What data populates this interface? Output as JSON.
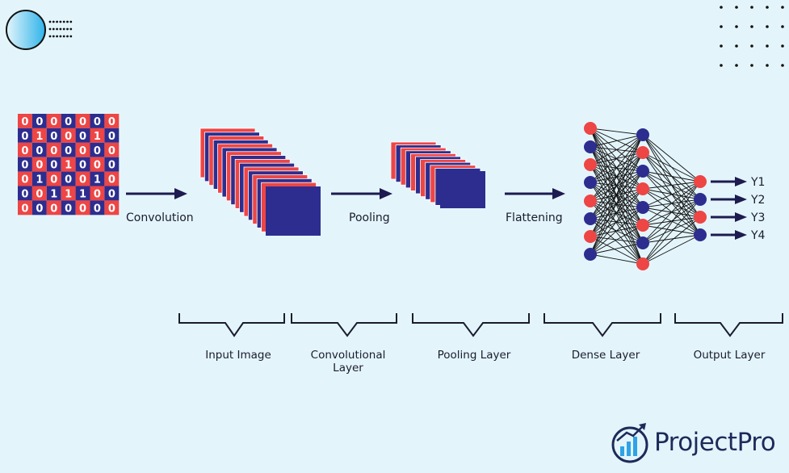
{
  "input_grid": [
    [
      "0",
      "0",
      "0",
      "0",
      "0",
      "0",
      "0"
    ],
    [
      "0",
      "1",
      "0",
      "0",
      "0",
      "1",
      "0"
    ],
    [
      "0",
      "0",
      "0",
      "0",
      "0",
      "0",
      "0"
    ],
    [
      "0",
      "0",
      "0",
      "1",
      "0",
      "0",
      "0"
    ],
    [
      "0",
      "1",
      "0",
      "0",
      "0",
      "1",
      "0"
    ],
    [
      "0",
      "0",
      "1",
      "1",
      "1",
      "0",
      "0"
    ],
    [
      "0",
      "0",
      "0",
      "0",
      "0",
      "0",
      "0"
    ]
  ],
  "operations": {
    "convolution": "Convolution",
    "pooling": "Pooling",
    "flattening": "Flattening"
  },
  "sections": {
    "input": "Input Image",
    "conv_line1": "Convolutional",
    "conv_line2": "Layer",
    "pooling": "Pooling Layer",
    "dense": "Dense Layer",
    "output": "Output Layer"
  },
  "outputs": [
    "Y1",
    "Y2",
    "Y3",
    "Y4"
  ],
  "brand": {
    "name": "ProjectPro"
  },
  "colors": {
    "background": "#e3f5fb",
    "red": "#ee4545",
    "blue": "#2d2d8f",
    "arrow": "#1d1b4f",
    "text": "#1b1b2f"
  }
}
